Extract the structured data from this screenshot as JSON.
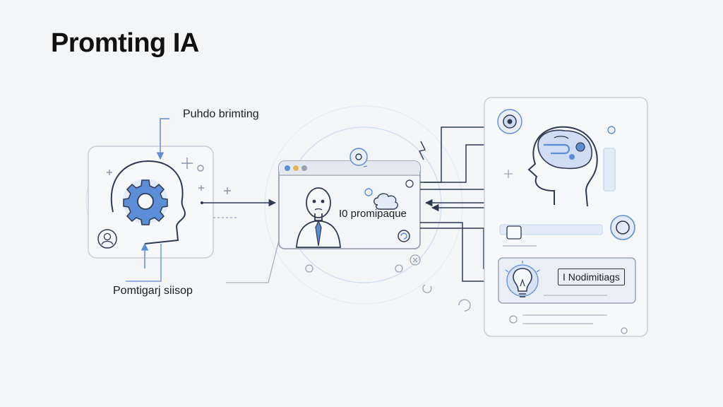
{
  "title": "Promting IA",
  "labels": {
    "top_left": "Puhdo brimting",
    "bottom_left": "Pomtigarj siisop",
    "center_window": "I0 promipaque",
    "right_card": "I Nodimitiags"
  },
  "colors": {
    "accent": "#5b8ed6",
    "accent_light": "#cfdcf2",
    "line": "#2f3a52",
    "panel_border": "#c9ced6",
    "background": "#f4f5f7"
  },
  "icons": [
    "gear-icon",
    "head-profile-icon",
    "user-avatar-icon",
    "brain-icon",
    "lightbulb-icon",
    "target-icon",
    "cloud-icon",
    "settings-small-icon"
  ]
}
